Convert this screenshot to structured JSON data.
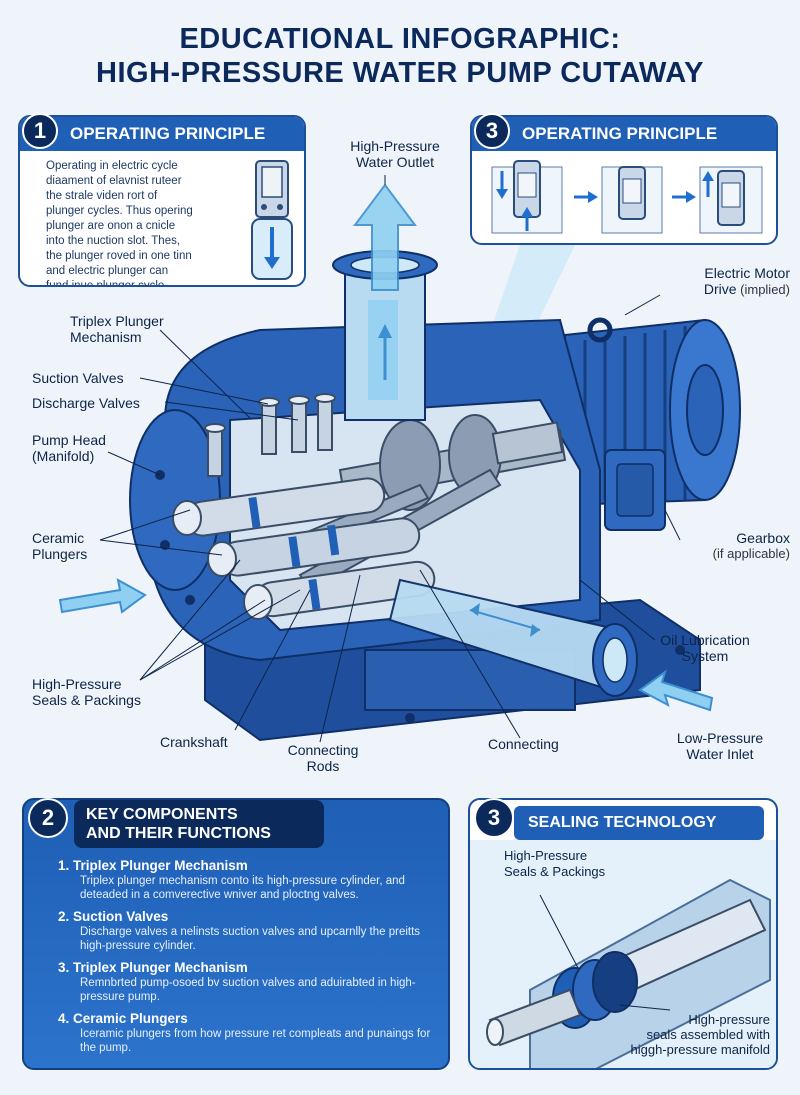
{
  "title": {
    "line1": "EDUCATIONAL INFOGRAPHIC:",
    "line2": "HIGH-PRESSURE WATER PUMP CUTAWAY"
  },
  "panel1": {
    "number": "1",
    "heading": "OPERATING PRINCIPLE",
    "lines": [
      "Operating in electric cycle",
      "diaament of elavnist ruteer",
      "the strale viden rort of",
      "plunger cycles. Thus opering",
      "plunger are onon a cnicle",
      "into the nuction slot. Thes,",
      "the plunger roved in one tinn",
      "and electric plunger can",
      "fund inue plunger cycle."
    ]
  },
  "panel3": {
    "number": "3",
    "heading": "OPERATING PRINCIPLE"
  },
  "labels": {
    "outlet": [
      "High-Pressure",
      "Water Outlet"
    ],
    "motor": [
      "Electric Motor",
      "Drive"
    ],
    "motor_sub": " (implied)",
    "triplex": [
      "Triplex Plunger",
      "Mechanism"
    ],
    "suction": "Suction Valves",
    "discharge": "Discharge Valves",
    "head": [
      "Pump Head",
      "(Manifold)"
    ],
    "ceramic": [
      "Ceramic",
      "Plungers"
    ],
    "gearbox": "Gearbox",
    "gearbox_sub": "(if applicable)",
    "oil": [
      "Oil Lubrication",
      "System"
    ],
    "seals": [
      "High-Pressure",
      "Seals & Packings"
    ],
    "crankshaft": "Crankshaft",
    "rods": [
      "Connecting",
      "Rods"
    ],
    "connecting": "Connecting",
    "inlet": [
      "Low-Pressure",
      "Water Inlet"
    ]
  },
  "key_components": {
    "number": "2",
    "heading": [
      "KEY COMPONENTS",
      "AND THEIR FUNCTIONS"
    ],
    "items": [
      {
        "name": "1.  Triplex Plunger Mechanism",
        "desc": "Triplex plunger mechanism conto its high-pressure cylinder, and deteaded in a comverective wniver and ploctng valves."
      },
      {
        "name": "2.  Suction Valves",
        "desc": "Discharge valves a nelinsts suction valves and upcarnlly the preitts high-pressure cylinder."
      },
      {
        "name": "3.  Triplex Plunger Mechanism",
        "desc": "Remnbrted pump-osoed bv suction valves and aduirabted in high-pressure pump."
      },
      {
        "name": "4.  Ceramic Plungers",
        "desc": "Iceramic plungers from how pressure ret compleats and punaings for the pump."
      }
    ]
  },
  "sealing": {
    "number": "3",
    "heading": "SEALING TECHNOLOGY",
    "top_label": [
      "High-Pressure",
      "Seals & Packings"
    ],
    "bottom_label": [
      "High-pressure",
      "seals assembled with",
      "higgh-pressure manifold"
    ]
  },
  "colors": {
    "navy": "#0b2a5b",
    "blue": "#1f5fb5",
    "pump_blue": "#2a63b8",
    "water": "#8fd0f2"
  }
}
